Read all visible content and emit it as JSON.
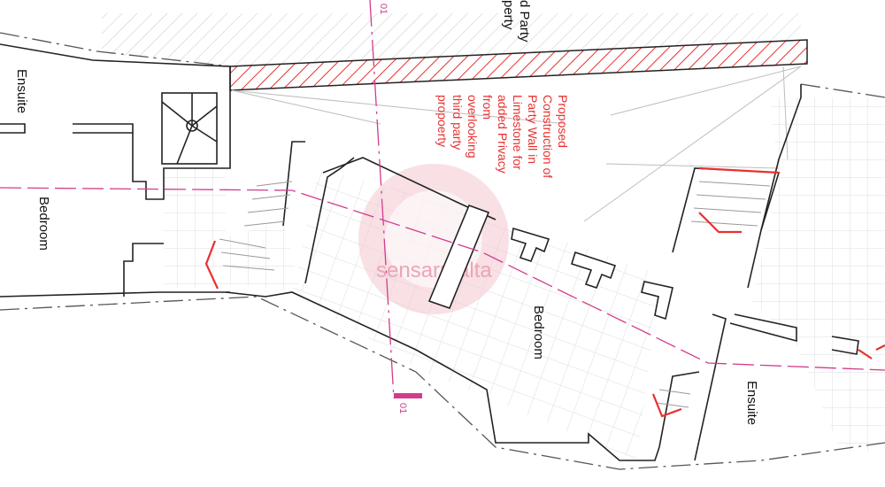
{
  "drawing": {
    "rooms": {
      "ensuite_left": "Ensuite",
      "bedroom_left": "Bedroom",
      "bedroom_center": "Bedroom",
      "ensuite_right": "Ensuite"
    },
    "third_party_fragment": [
      "d Party",
      "perty"
    ],
    "note_lines": [
      "Proposed",
      "Construction of",
      "Party Wall in",
      "Limestone for",
      "added Privacy",
      "from",
      "overlooking",
      "third party",
      "propoerty"
    ],
    "section_marker_label": "01",
    "watermark": "sensarmalta",
    "colors": {
      "wall": "#222222",
      "hatch_grey": "#c7c7c7",
      "hatch_red": "#e8312f",
      "section_line": "#d23c8c",
      "watermark": "#f2c7cf",
      "tile_grid": "#d9d9d9"
    }
  }
}
